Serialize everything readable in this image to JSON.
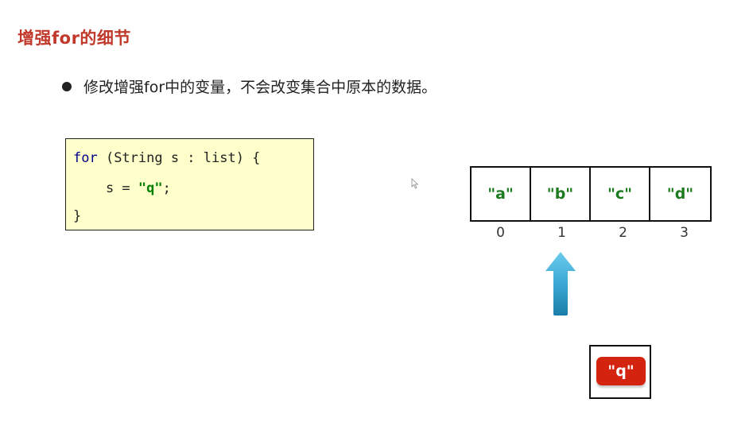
{
  "slide": {
    "title": "增强for的细节",
    "bullet": "修改增强for中的变量，不会改变集合中原本的数据。"
  },
  "code": {
    "line1_keyword": "for",
    "line1_rest": " (String s : list) {",
    "line2_prefix": "    s = ",
    "line2_string": "\"q\"",
    "line2_suffix": ";",
    "line3": "}"
  },
  "array": {
    "cells": [
      "\"a\"",
      "\"b\"",
      "\"c\"",
      "\"d\""
    ],
    "indices": [
      "0",
      "1",
      "2",
      "3"
    ]
  },
  "variable": {
    "value": "\"q\""
  },
  "colors": {
    "title": "#c0392b",
    "code_bg": "#ffffcc",
    "keyword": "#00008b",
    "string": "#008000",
    "cell_text": "#1e7a1e",
    "arrow": "#3aa8d4",
    "q_badge": "#d42410"
  }
}
